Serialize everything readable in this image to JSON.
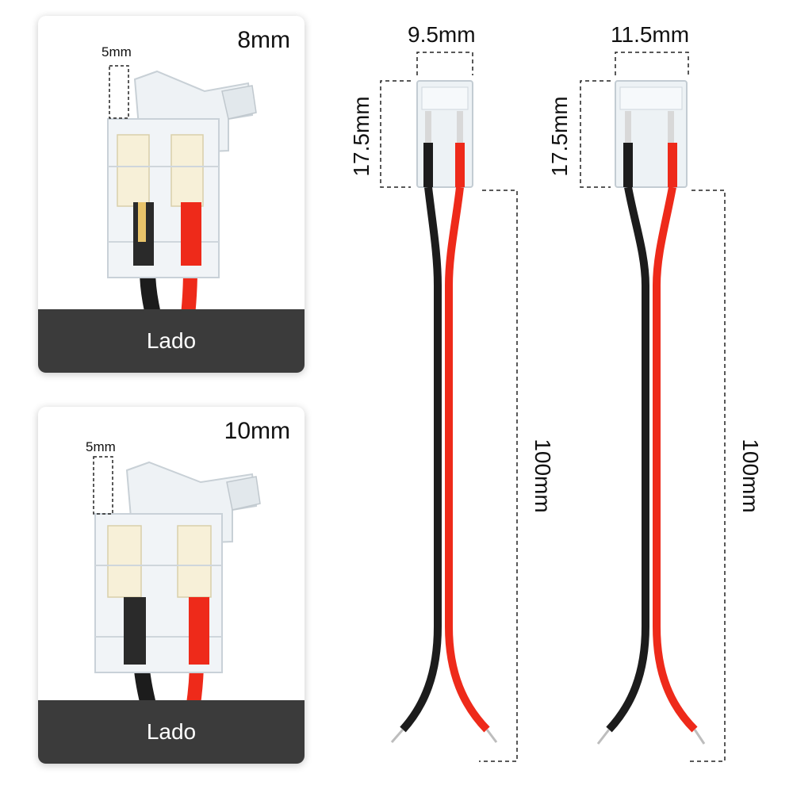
{
  "connectors": [
    {
      "size": "8mm",
      "pin_width": "5mm",
      "caption": "Lado",
      "length_label": "17.5mm",
      "width_label": "9.5mm",
      "cable_label": "100mm"
    },
    {
      "size": "10mm",
      "pin_width": "5mm",
      "caption": "Lado",
      "length_label": "17.5mm",
      "width_label": "11.5mm",
      "cable_label": "100mm"
    }
  ],
  "colors": {
    "wire_red": "#ee2a1a",
    "wire_black": "#1c1c1c",
    "caption_bar": "#3b3b3b",
    "connector_body": "#e9eef2",
    "copper_tip": "#c9c9c9",
    "gold_pin": "#e8c36a"
  }
}
